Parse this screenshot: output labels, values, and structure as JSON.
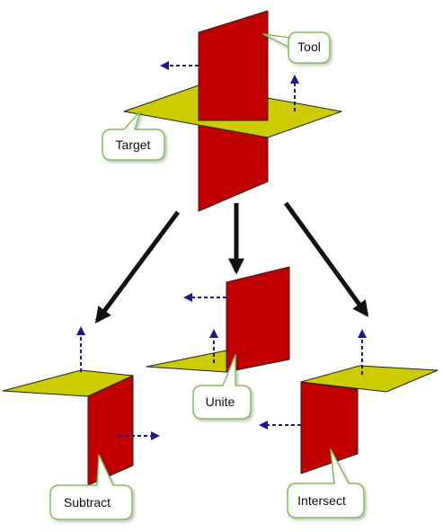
{
  "colors": {
    "tool_face": "#c00000",
    "target_face": "#cccc00",
    "outline": "#222222",
    "normal_arrow": "#1a1a8c",
    "flow_arrow": "#111111",
    "callout_border": "#7fbf5a",
    "callout_fill": "#ffffff"
  },
  "callouts": {
    "tool": "Tool",
    "target": "Target",
    "unite": "Unite",
    "subtract": "Subtract",
    "intersect": "Intersect"
  }
}
